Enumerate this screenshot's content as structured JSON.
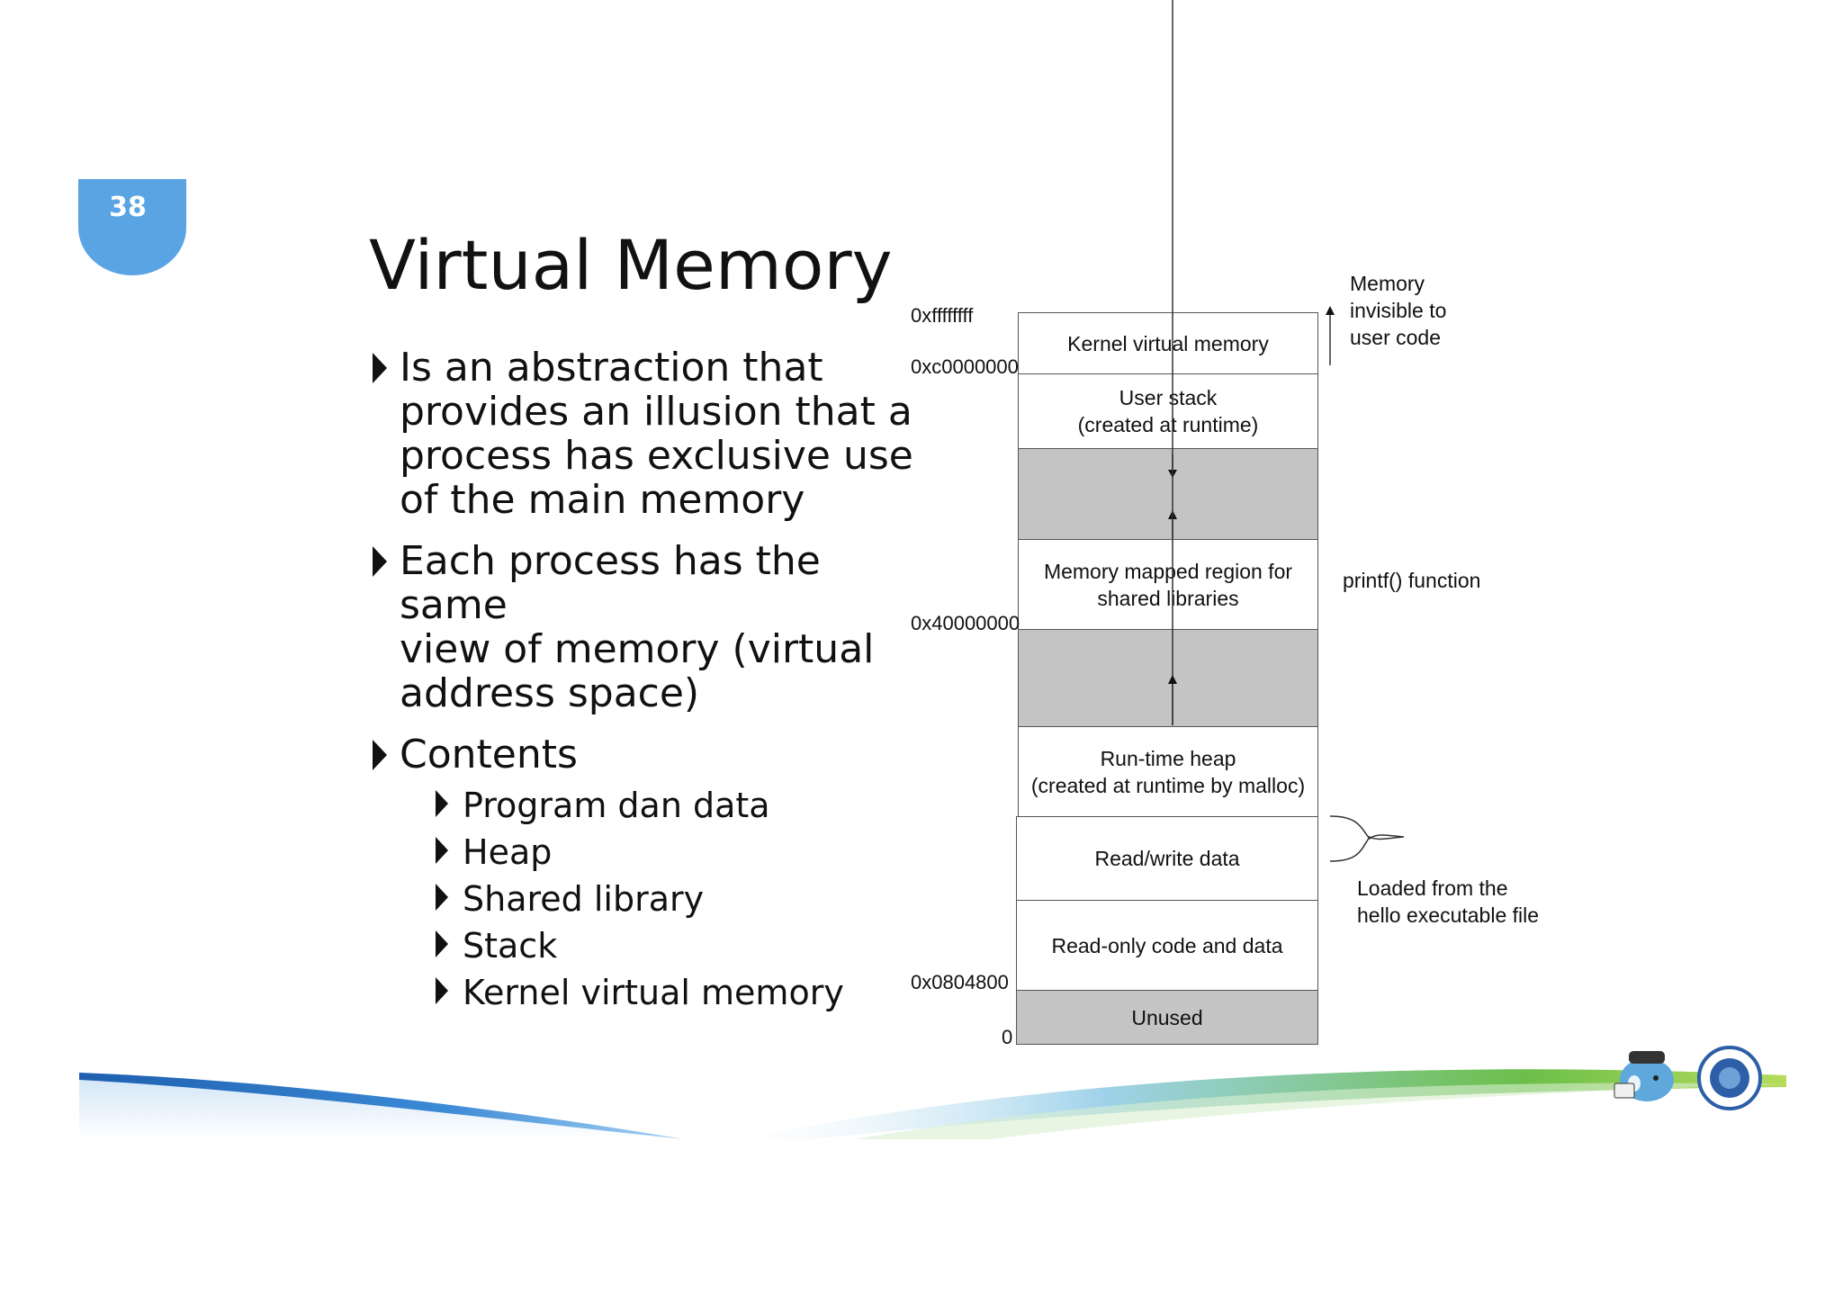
{
  "slide": {
    "page_number": "38",
    "title": "Virtual Memory"
  },
  "bullets": [
    {
      "text": "Is an abstraction that provides an illusion that a process has exclusive use of the main memory",
      "lines": [
        "Is an abstraction that",
        "provides an illusion that a",
        "process has exclusive use",
        "of the main memory"
      ]
    },
    {
      "text": "Each process has the same view of memory (virtual address space)",
      "lines": [
        "Each process has the same",
        "view of memory (virtual",
        "address space)"
      ]
    },
    {
      "text": "Contents",
      "lines": [
        "Contents"
      ]
    }
  ],
  "sub_bullets": [
    "Program dan data",
    "Heap",
    "Shared library",
    "Stack",
    "Kernel virtual memory"
  ],
  "diagram": {
    "regions": [
      {
        "label": "Kernel virtual memory",
        "shaded": false
      },
      {
        "label": "User stack\n(created at runtime)",
        "shaded": false
      },
      {
        "label": "",
        "shaded": true
      },
      {
        "label": "Memory mapped region for\nshared libraries",
        "shaded": false
      },
      {
        "label": "",
        "shaded": true
      },
      {
        "label": "Run-time heap\n(created at runtime by malloc)",
        "shaded": false
      },
      {
        "label": "Read/write data",
        "shaded": false
      },
      {
        "label": "Read-only code and data",
        "shaded": false
      },
      {
        "label": "Unused",
        "shaded": true
      }
    ],
    "addresses": [
      "0xffffffff",
      "0xc0000000",
      "0x40000000",
      "0x0804800",
      "0"
    ],
    "annotations": {
      "kernel_note": "Memory\ninvisible to\nuser code",
      "printf_note": "printf() function",
      "loaded_note": "Loaded from the\nhello executable file"
    }
  },
  "colors": {
    "badge": "#5ba4e3",
    "shaded_region": "#c4c4c4",
    "footer_blue": "#1f5fb0",
    "footer_green": "#8cc63f"
  }
}
